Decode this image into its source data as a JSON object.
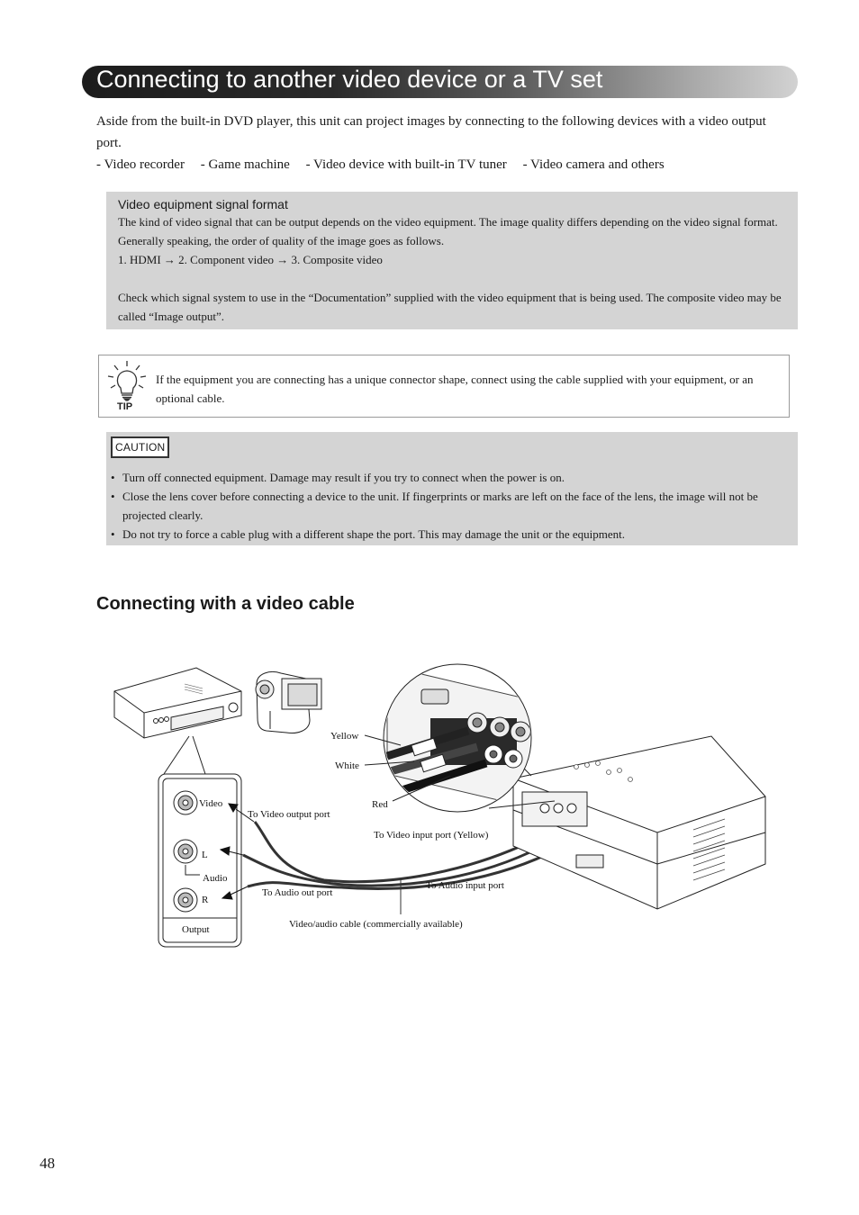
{
  "header": {
    "title": "Connecting to another video device or a TV set"
  },
  "intro": {
    "text": "Aside from the built-in DVD player, this unit can project images by connecting to the following devices with a video output port.",
    "devices": [
      "- Video recorder",
      "- Game machine",
      "- Video device with built-in TV tuner",
      "- Video camera and others"
    ]
  },
  "signal_box": {
    "heading": "Video equipment signal format",
    "paragraph1": "The kind of video signal that can be output depends on the video equipment. The image quality differs depending on the video signal format. Generally speaking, the order of quality of the image goes as follows.",
    "order": "1. HDMI → 2.  Component video → 3. Composite video",
    "paragraph2": "Check which signal system to use in the “Documentation” supplied with the video equipment that is being used. The composite video may be called “Image output”."
  },
  "tip": {
    "label": "TIP",
    "text": "If the equipment you are connecting has a unique connector shape, connect using the cable supplied with your equipment, or an optional cable."
  },
  "caution": {
    "label": "CAUTION",
    "items": [
      "Turn off connected equipment. Damage may result if you try to connect when the power is on.",
      "Close the lens cover before connecting a device to the unit. If fingerprints or marks are left on the face of the lens, the image will not be projected clearly.",
      "Do not try to force a cable plug with a different shape the port. This may damage the unit or the equipment."
    ]
  },
  "section": {
    "heading": "Connecting with a video cable"
  },
  "diagram": {
    "labels": {
      "yellow": "Yellow",
      "white": "White",
      "red": "Red",
      "video": "Video",
      "l": "L",
      "audio": "Audio",
      "r": "R",
      "output": "Output",
      "to_video_output": "To Video output port",
      "to_video_input": "To Video input port (Yellow)",
      "to_audio_out": "To Audio out port",
      "to_audio_input": "To Audio input port",
      "cable": "Video/audio cable (commercially available)"
    }
  },
  "footer": {
    "page_number": "48"
  }
}
